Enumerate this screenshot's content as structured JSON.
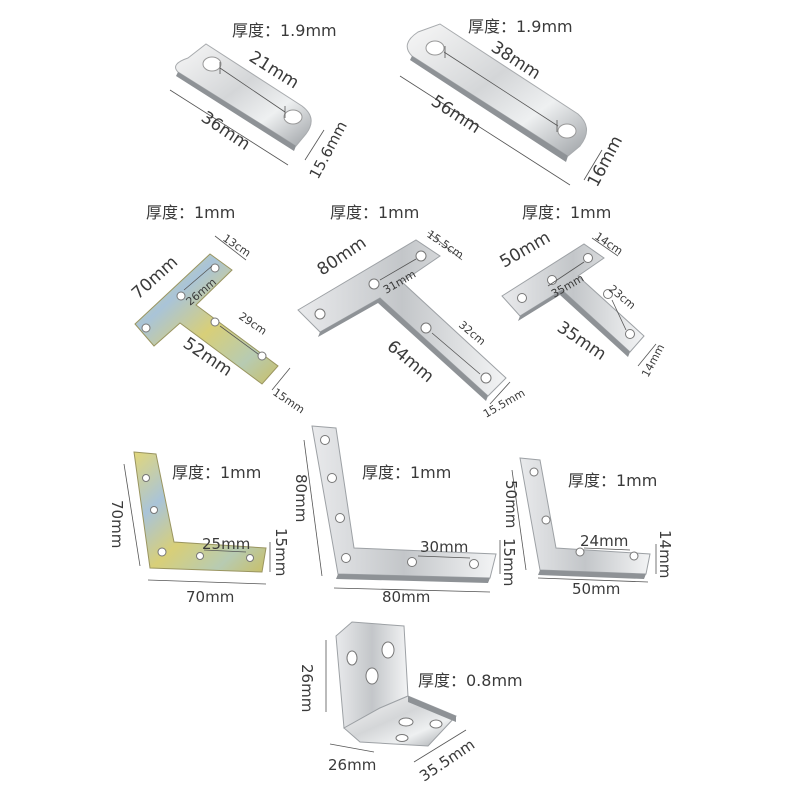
{
  "image": {
    "kind": "product photo of metal brackets with dimension annotations",
    "background": "#ffffff"
  },
  "brackets": {
    "straight_short": {
      "thickness": "厚度：1.9mm",
      "hole_spacing": "21mm",
      "length": "36mm",
      "width": "15.6mm"
    },
    "straight_long": {
      "thickness": "厚度：1.9mm",
      "hole_spacing": "38mm",
      "length": "56mm",
      "width": "16mm"
    },
    "t_galvanized": {
      "thickness": "厚度：1mm",
      "top_length": "70mm",
      "top_width": "13cm",
      "top_hole_spacing": "26mm",
      "stem_hole_spacing": "29cm",
      "stem_length": "52mm",
      "stem_width": "15mm"
    },
    "t_large": {
      "thickness": "厚度：1mm",
      "top_length": "80mm",
      "top_width": "15.5cm",
      "top_hole_spacing": "31mm",
      "stem_hole_spacing": "32cm",
      "stem_length": "64mm",
      "stem_width": "15.5mm"
    },
    "t_small": {
      "thickness": "厚度：1mm",
      "top_length": "50mm",
      "top_width": "14cm",
      "top_hole_spacing": "35mm",
      "stem_hole_spacing": "23cm",
      "stem_length": "35mm",
      "stem_width": "14mm"
    },
    "l_galvanized": {
      "thickness": "厚度：1mm",
      "height": "70mm",
      "hole_spacing": "25mm",
      "width": "15mm",
      "length": "70mm"
    },
    "l_large": {
      "thickness": "厚度：1mm",
      "height": "80mm",
      "hole_spacing": "30mm",
      "width": "15mm",
      "length": "80mm"
    },
    "l_small": {
      "thickness": "厚度：1mm",
      "height": "50mm",
      "hole_spacing": "24mm",
      "width": "14mm",
      "length": "50mm"
    },
    "angle_bracket": {
      "thickness": "厚度：0.8mm",
      "height": "26mm",
      "depth": "26mm",
      "length": "35.5mm"
    }
  },
  "colors": {
    "steel_light": "#f2f2f2",
    "steel_mid": "#cfd2d5",
    "steel_dark": "#8e9296",
    "galvanized_yellow": "#d8d07a",
    "galvanized_blue": "#a9c4d8",
    "text": "#3a3a3a"
  }
}
